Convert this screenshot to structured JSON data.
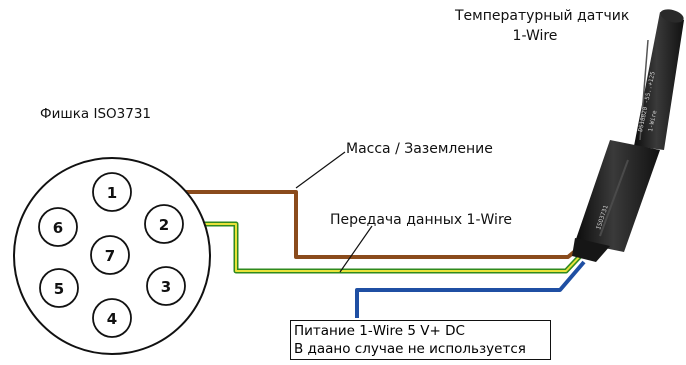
{
  "labels": {
    "sensor_line1": "Температурный датчик",
    "sensor_line2": "1-Wire",
    "plug": "Фишка ISO3731",
    "ground": "Масса / Заземление",
    "data": "Передача данных 1-Wire",
    "power_line1": "Питание 1-Wire 5 V+ DC",
    "power_line2": "В даано случае не используется"
  },
  "pins": [
    "1",
    "2",
    "3",
    "4",
    "5",
    "6",
    "7"
  ],
  "sensor_markings": [
    "DS18B20 -55..+125",
    "1-Wire",
    "ISO3731"
  ],
  "colors": {
    "ground_wire": "#8a4b1c",
    "data_wire_outer": "#2f8a1e",
    "data_wire_inner": "#e8e23a",
    "power_wire": "#1f4fa3",
    "sensor_body": "#1c1c1c"
  }
}
